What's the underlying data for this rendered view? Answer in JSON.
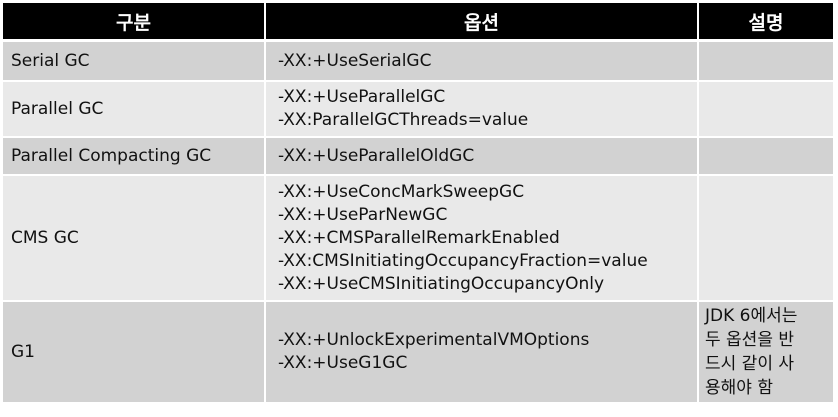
{
  "table": {
    "headers": [
      "구분",
      "옵션",
      "설명"
    ],
    "rows": [
      {
        "name": "Serial GC",
        "options": [
          "-XX:+UseSerialGC"
        ],
        "description": []
      },
      {
        "name": "Parallel GC",
        "options": [
          "-XX:+UseParallelGC",
          "-XX:ParallelGCThreads=value"
        ],
        "description": []
      },
      {
        "name": "Parallel Compacting GC",
        "options": [
          "-XX:+UseParallelOldGC"
        ],
        "description": []
      },
      {
        "name": "CMS GC",
        "options": [
          "-XX:+UseConcMarkSweepGC",
          "-XX:+UseParNewGC",
          "-XX:+CMSParallelRemarkEnabled",
          "-XX:CMSInitiatingOccupancyFraction=value",
          "-XX:+UseCMSInitiatingOccupancyOnly"
        ],
        "description": []
      },
      {
        "name": "G1",
        "options": [
          "-XX:+UnlockExperimentalVMOptions",
          "-XX:+UseG1GC"
        ],
        "description": [
          "JDK 6에서는",
          "두 옵션을 반",
          "드시 같이 사",
          "용해야 함"
        ]
      }
    ]
  }
}
